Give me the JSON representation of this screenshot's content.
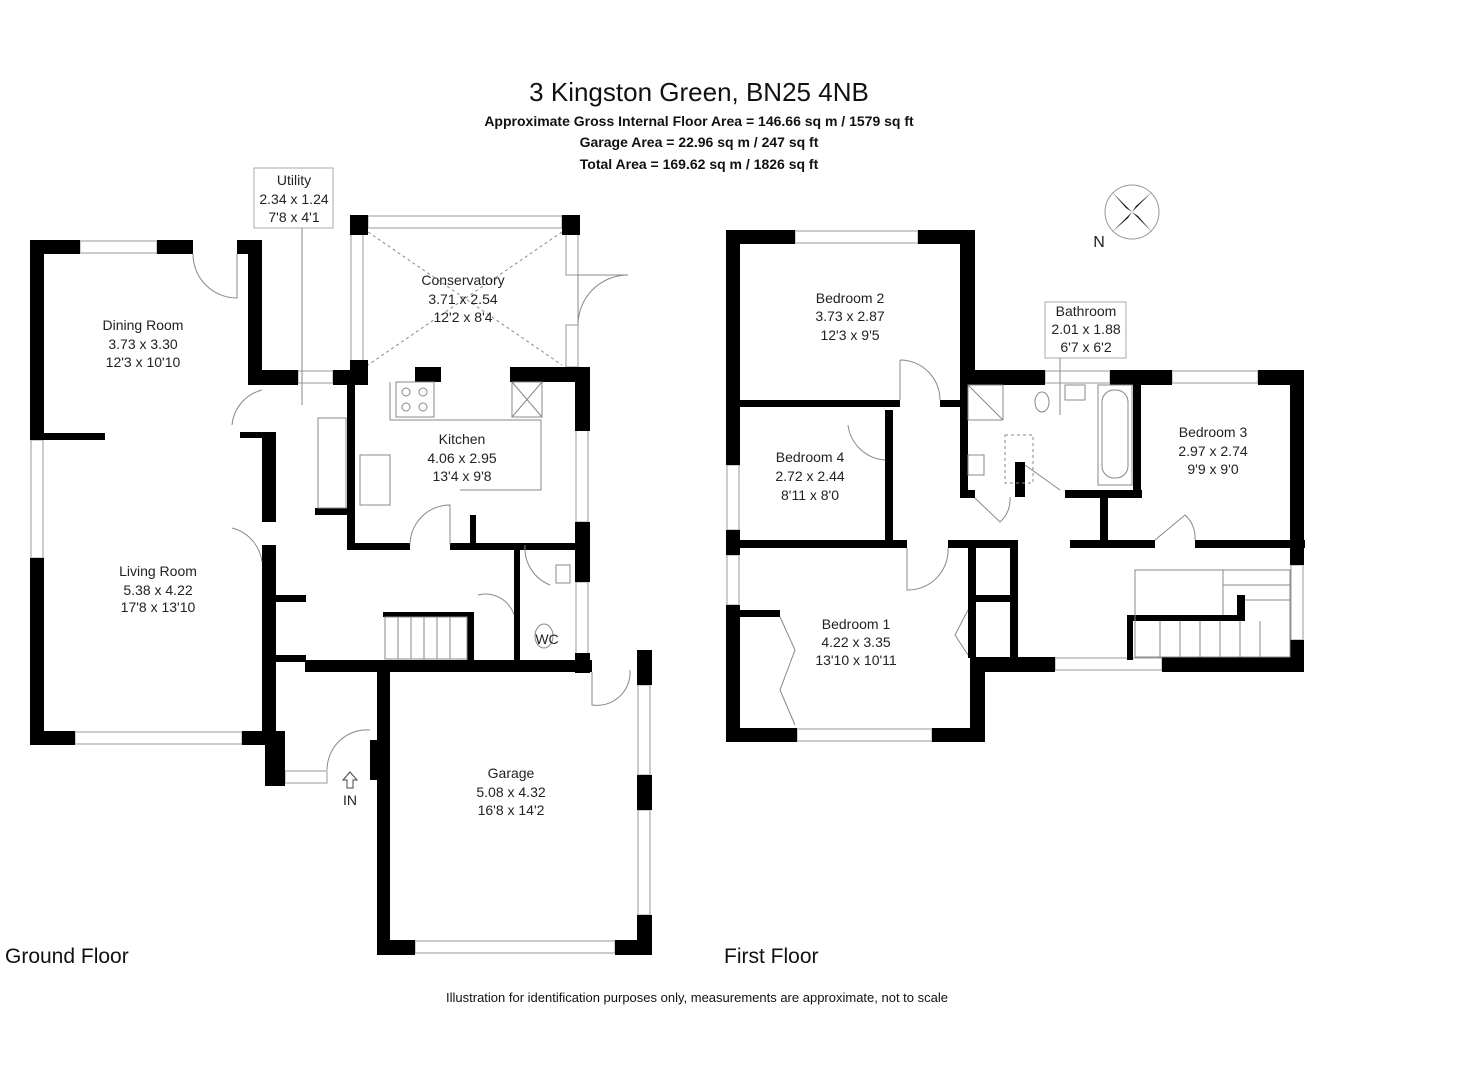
{
  "header": {
    "title": "3 Kingston Green, BN25 4NB",
    "gross_area": "Approximate Gross Internal Floor Area = 146.66 sq m / 1579 sq ft",
    "garage_area": "Garage Area = 22.96 sq m / 247 sq ft",
    "total_area": "Total Area = 169.62 sq m / 1826 sq ft"
  },
  "rooms": [
    {
      "name": "Utility",
      "metric": "2.34 x 1.24",
      "imperial": "7'8 x 4'1"
    },
    {
      "name": "Conservatory",
      "metric": "3.71 x 2.54",
      "imperial": "12'2 x 8'4"
    },
    {
      "name": "Dining Room",
      "metric": "3.73 x 3.30",
      "imperial": "12'3 x 10'10"
    },
    {
      "name": "Kitchen",
      "metric": "4.06 x 2.95",
      "imperial": "13'4 x 9'8"
    },
    {
      "name": "Living Room",
      "metric": "5.38 x 4.22",
      "imperial": "17'8 x 13'10"
    },
    {
      "name": "WC"
    },
    {
      "name": "Garage",
      "metric": "5.08 x 4.32",
      "imperial": "16'8 x 14'2"
    },
    {
      "name": "Bedroom 2",
      "metric": "3.73 x 2.87",
      "imperial": "12'3 x 9'5"
    },
    {
      "name": "Bathroom",
      "metric": "2.01 x 1.88",
      "imperial": "6'7 x 6'2"
    },
    {
      "name": "Bedroom 4",
      "metric": "2.72 x 2.44",
      "imperial": "8'11 x 8'0"
    },
    {
      "name": "Bedroom 3",
      "metric": "2.97 x 2.74",
      "imperial": "9'9 x 9'0"
    },
    {
      "name": "Bedroom 1",
      "metric": "4.22 x 3.35",
      "imperial": "13'10 x 10'11"
    }
  ],
  "entrance_label": "IN",
  "compass_label": "N",
  "floors": {
    "ground": "Ground Floor",
    "first": "First Floor"
  },
  "footer": "Illustration for identification purposes only, measurements are approximate, not to scale",
  "icons": {
    "compass": "compass-rose-icon",
    "entrance": "entrance-arrow-icon"
  }
}
